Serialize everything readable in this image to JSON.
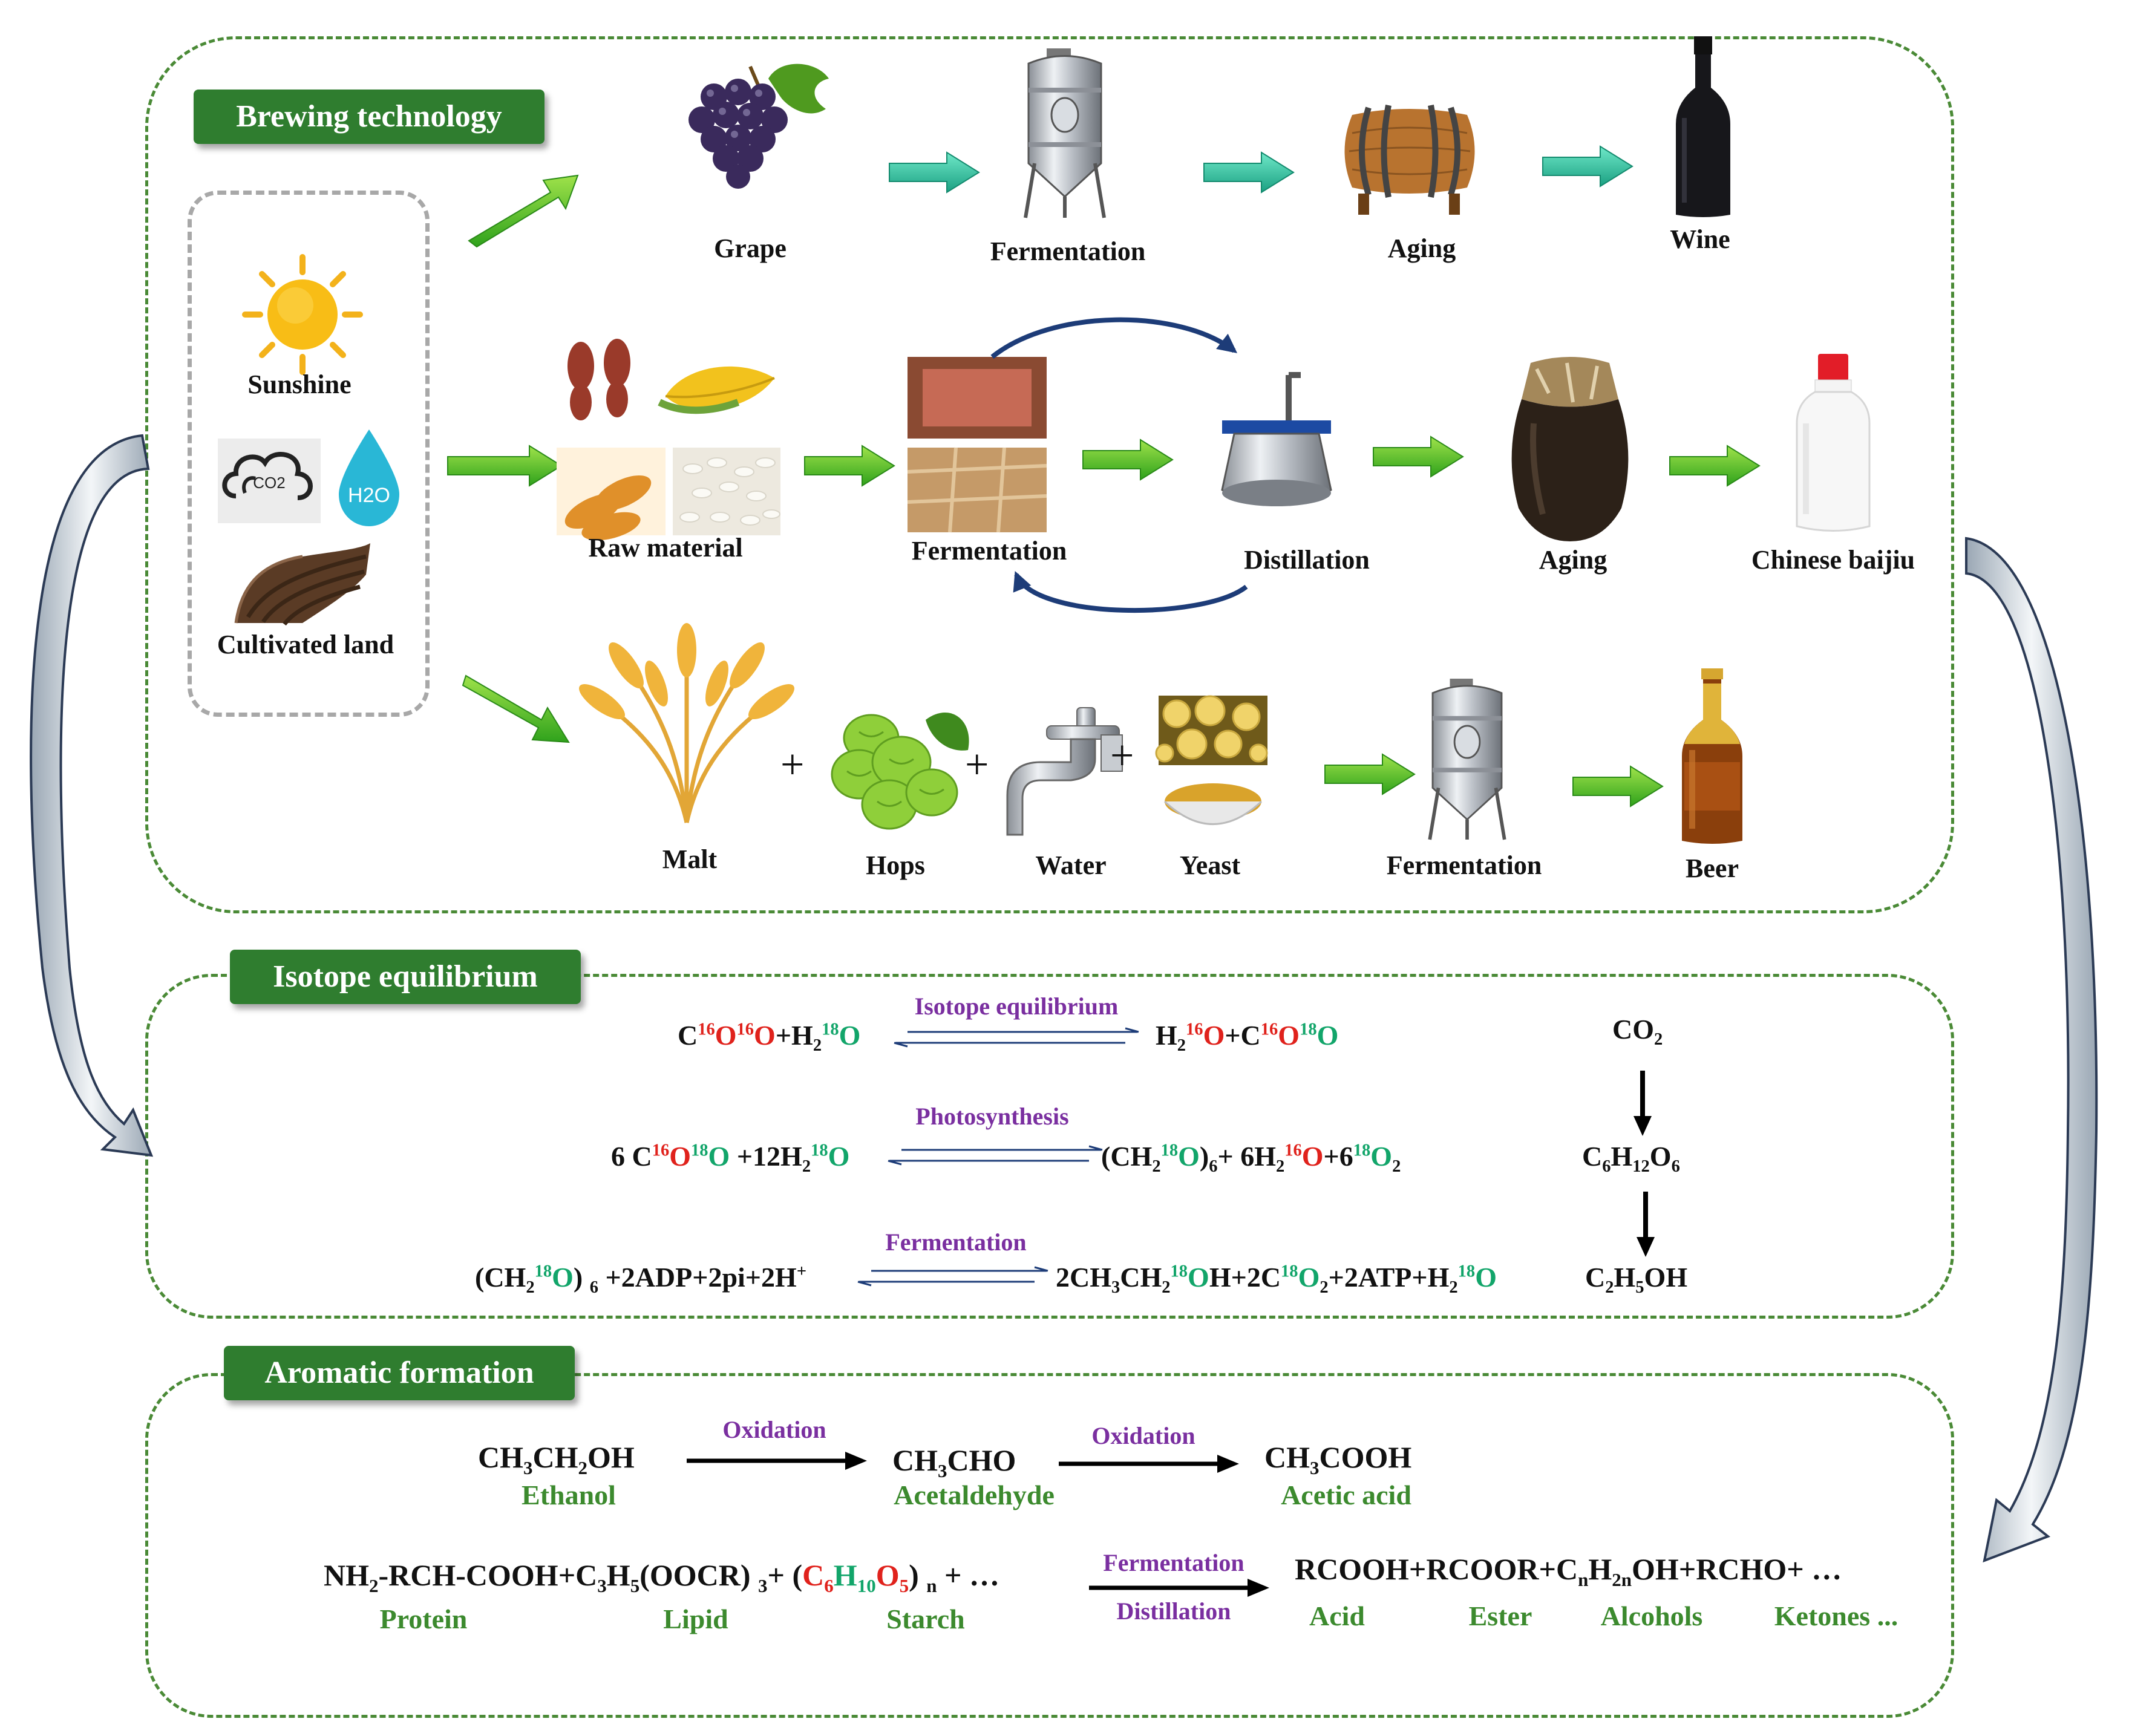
{
  "sections": {
    "brewing": "Brewing technology",
    "isotope": "Isotope equilibrium",
    "aromatic": "Aromatic formation"
  },
  "sources": {
    "sunshine": "Sunshine",
    "co2_icon": "CO2",
    "h2o_icon": "H2O",
    "land": "Cultivated land"
  },
  "wine_chain": [
    "Grape",
    "Fermentation",
    "Aging",
    "Wine"
  ],
  "baijiu_chain": [
    "Raw material",
    "Fermentation",
    "Distillation",
    "Aging",
    "Chinese baijiu"
  ],
  "beer_chain": [
    "Malt",
    "Hops",
    "Water",
    "Yeast",
    "Fermentation",
    "Beer"
  ],
  "plus_sign": "+",
  "isotope_reactions": {
    "r1_label": "Isotope equilibrium",
    "r2_label": "Photosynthesis",
    "r3_label": "Fermentation",
    "side_chain": [
      "CO2",
      "C6H12O6",
      "C2H5OH"
    ]
  },
  "aromatic": {
    "ethanol": "Ethanol",
    "acetaldehyde": "Acetaldehyde",
    "acetic_acid": "Acetic acid",
    "oxidation": "Oxidation",
    "fermentation": "Fermentation",
    "distillation": "Distillation",
    "protein": "Protein",
    "lipid": "Lipid",
    "starch": "Starch",
    "acid": "Acid",
    "ester": "Ester",
    "alcohols": "Alcohols",
    "ketones": "Ketones ...",
    "products": "RCOOH+RCOOR+CnH2nOH+RCHO+ ..."
  },
  "colors": {
    "frame_green": "#4a8a36",
    "tag_green": "#2f7d2f",
    "process_purple": "#7a2fa0",
    "isotope16_red": "#e0221c",
    "isotope18_green": "#12a56a"
  }
}
